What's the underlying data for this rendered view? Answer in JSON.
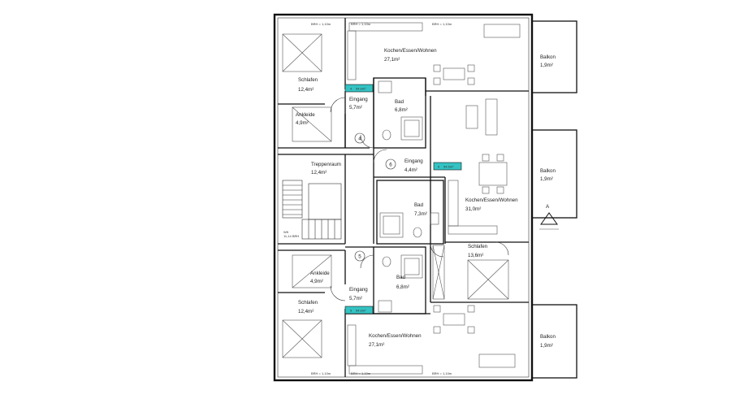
{
  "rooms": {
    "schlafen_top": {
      "name": "Schlafen",
      "area": "12,4m²"
    },
    "kochen_top": {
      "name": "Kochen/Essen/Wohnen",
      "area": "27,1m²"
    },
    "balkon_1": {
      "name": "Balkon",
      "area": "1,9m²"
    },
    "eingang_4": {
      "name": "Eingang",
      "area": "5,7m²"
    },
    "bad_4": {
      "name": "Bad",
      "area": "6,8m²"
    },
    "ankleide_top": {
      "name": "Ankleide",
      "area": "4,9m²"
    },
    "treppenraum": {
      "name": "Treppenraum",
      "area": "12,4m²"
    },
    "eingang_6": {
      "name": "Eingang",
      "area": "4,4m²"
    },
    "kochen_mid": {
      "name": "Kochen/Essen/Wohnen",
      "area": "31,0m²"
    },
    "balkon_2": {
      "name": "Balkon",
      "area": "1,9m²"
    },
    "bad_6": {
      "name": "Bad",
      "area": "7,3m²"
    },
    "schlafen_mid": {
      "name": "Schlafen",
      "area": "13,6m²"
    },
    "ankleide_bot": {
      "name": "Ankleide",
      "area": "4,9m²"
    },
    "bad_5": {
      "name": "Bad",
      "area": "6,8m²"
    },
    "eingang_5": {
      "name": "Eingang",
      "area": "5,7m²"
    },
    "schlafen_bot": {
      "name": "Schlafen",
      "area": "12,4m²"
    },
    "kochen_bot": {
      "name": "Kochen/Essen/Wohnen",
      "area": "27,1m²"
    },
    "balkon_3": {
      "name": "Balkon",
      "area": "1,9m²"
    }
  },
  "apartments": {
    "apt4": {
      "number": "4",
      "badge_number": "4",
      "badge_area": "54,9m²"
    },
    "apt6": {
      "number": "6",
      "badge_number": "6",
      "badge_area": "54,5m²"
    },
    "apt5": {
      "number": "5",
      "badge_number": "5",
      "badge_area": "54,9m²"
    }
  },
  "section_marker": {
    "letter": "A"
  },
  "window_tags": {
    "brh": "BRH = 1,10m",
    "wk": "WK",
    "brh_stair": "11,14 BRH"
  },
  "colors": {
    "badge": "#34c3c3",
    "walls": "#111111"
  }
}
